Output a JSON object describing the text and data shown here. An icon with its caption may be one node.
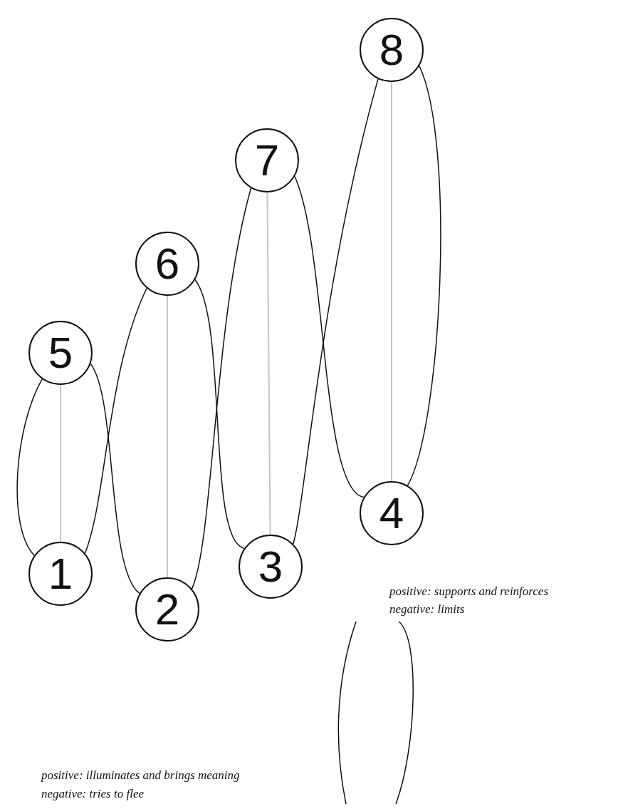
{
  "diagram": {
    "nodes": [
      {
        "text": [
          "1"
        ]
      },
      {
        "text": [
          "2"
        ]
      },
      {
        "text": [
          "3"
        ]
      },
      {
        "text": [
          "4"
        ]
      },
      {
        "text": [
          "5"
        ]
      },
      {
        "text": [
          "6"
        ]
      },
      {
        "text": [
          "7"
        ]
      },
      {
        "text": [
          "8"
        ]
      }
    ],
    "edges": [
      {
        "from": 4,
        "to": 0,
        "arrow": "none",
        "color": "#c4c4c4"
      },
      {
        "from": 5,
        "to": 1,
        "arrow": "none",
        "color": "#c4c4c4"
      },
      {
        "from": 6,
        "to": 2,
        "arrow": "none",
        "color": "#c4c4c4"
      },
      {
        "from": 7,
        "to": 3,
        "arrow": "none",
        "color": "#c4c4c4"
      },
      {
        "from": 4,
        "to": 0,
        "arrow": "none"
      },
      {
        "from": 4,
        "to": 1,
        "arrow": "none"
      },
      {
        "from": 5,
        "to": 0,
        "arrow": "none"
      },
      {
        "from": 5,
        "to": 2,
        "arrow": "none"
      },
      {
        "from": 6,
        "to": 1,
        "arrow": "none"
      },
      {
        "from": 6,
        "to": 3,
        "arrow": "none"
      },
      {
        "from": 7,
        "to": 2,
        "arrow": "none"
      },
      {
        "from": 7,
        "to": 3,
        "arrow": "none"
      }
    ],
    "labels": [
      "positive: supports and reinforces",
      "negative: limits",
      "positive: illuminates and brings meaning",
      "negative: tries to flee"
    ]
  }
}
